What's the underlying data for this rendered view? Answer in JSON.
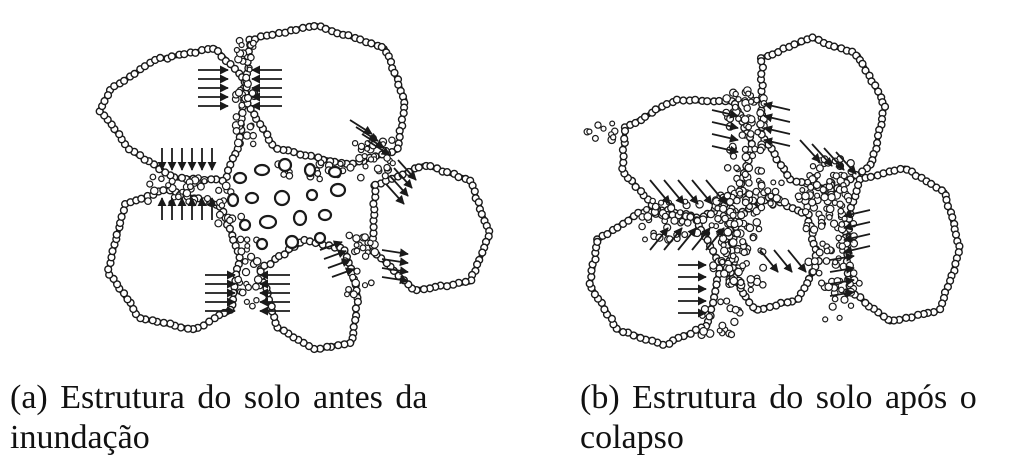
{
  "panels": [
    {
      "id": "a",
      "caption_line1": "(a) Estrutura do solo antes da",
      "caption_line2": "inundação"
    },
    {
      "id": "b",
      "caption_line1": "(b) Estrutura do solo após o",
      "caption_line2": "colapso"
    }
  ],
  "colors": {
    "ink": "#1a1a1a",
    "background": "#ffffff",
    "caption_text": "#111111"
  }
}
